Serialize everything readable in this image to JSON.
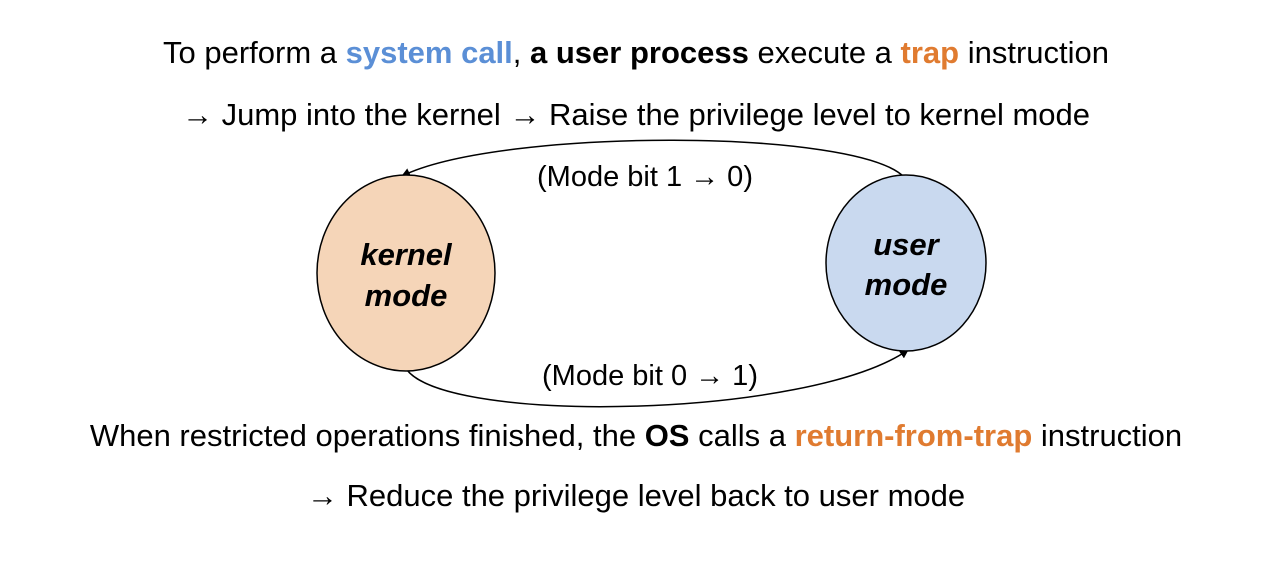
{
  "top_text": {
    "line1": {
      "part1": "To perform a ",
      "system_call": "system call",
      "part2": ", ",
      "user_process": "a user process",
      "part3": " execute a ",
      "trap": "trap",
      "part4": " instruction"
    },
    "line2": "→ Jump into the kernel → Raise the privilege level to kernel mode"
  },
  "diagram": {
    "kernel_node": {
      "line1": "kernel",
      "line2": "mode",
      "fill": "#f5d5b8"
    },
    "user_node": {
      "line1": "user",
      "line2": "mode",
      "fill": "#c9d9ef"
    },
    "top_edge_label": "(Mode bit 1 → 0)",
    "bottom_edge_label": "(Mode bit 0 → 1)"
  },
  "bottom_text": {
    "line3": {
      "part1": "When restricted operations finished, the ",
      "os": "OS",
      "part2": " calls a ",
      "return_from_trap": "return-from-trap",
      "part3": " instruction"
    },
    "line4": "→ Reduce the privilege level back to user mode"
  },
  "colors": {
    "blue_highlight": "#5b8fd6",
    "orange_highlight": "#e07b30"
  }
}
